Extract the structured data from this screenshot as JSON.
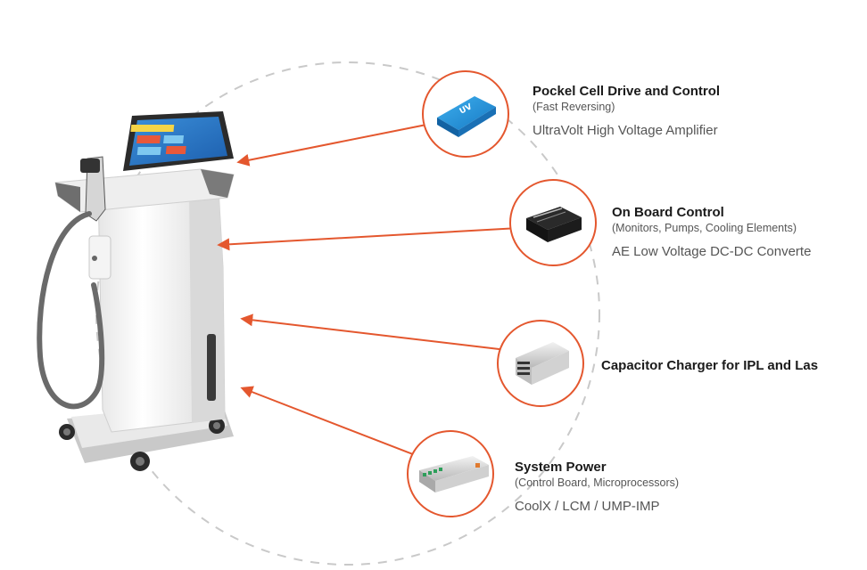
{
  "colors": {
    "accent": "#E4572E",
    "dashed_circle": "#c9c9c9",
    "text_dark": "#1a1a1a",
    "text_muted": "#555555"
  },
  "device": {
    "name": "aesthetic-laser-ipl-machine",
    "screen_icon": "touchscreen-control-panel"
  },
  "items": [
    {
      "title": "Pockel Cell Drive and Control",
      "subtitle": "(Fast Reversing)",
      "product": "UltraVolt High Voltage Amplifier",
      "icon": "blue-hv-amplifier-module"
    },
    {
      "title": "On Board Control",
      "subtitle": "(Monitors, Pumps, Cooling Elements)",
      "product": "AE  Low Voltage DC-DC Converte",
      "icon": "black-dc-dc-converter-chip"
    },
    {
      "title": "Capacitor Charger for IPL and Las",
      "subtitle": "",
      "product": "",
      "icon": "metal-capacitor-charger-unit"
    },
    {
      "title": "System Power",
      "subtitle": "(Control Board, Microprocessors)",
      "product": "CoolX / LCM / UMP-IMP",
      "icon": "modular-power-supply"
    }
  ]
}
